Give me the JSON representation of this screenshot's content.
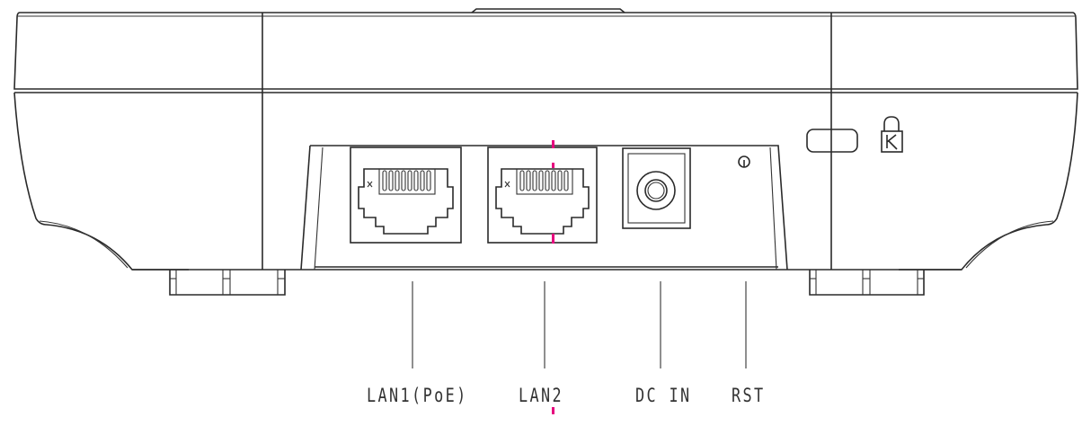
{
  "diagram": {
    "title": "Rear panel ports",
    "ports": [
      {
        "id": "lan1",
        "label": "LAN1(PoE)"
      },
      {
        "id": "lan2",
        "label": "LAN2"
      },
      {
        "id": "dc-in",
        "label": "DC IN"
      },
      {
        "id": "rst",
        "label": "RST"
      }
    ],
    "colors": {
      "line": "#2a2a2a",
      "marker": "#e6007e"
    }
  }
}
